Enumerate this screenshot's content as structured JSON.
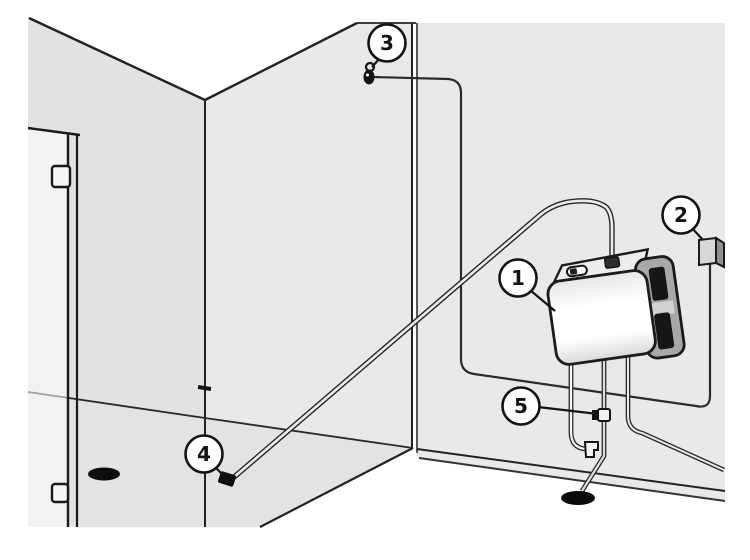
{
  "figure": {
    "type": "installation-diagram",
    "scene": "shower-room-corner",
    "callouts": [
      {
        "label": "1",
        "part": "steam-generator-unit"
      },
      {
        "label": "2",
        "part": "control-panel"
      },
      {
        "label": "3",
        "part": "temperature-sensor"
      },
      {
        "label": "4",
        "part": "steam-head"
      },
      {
        "label": "5",
        "part": "water-connection-valve"
      }
    ],
    "colors": {
      "background": "#ffffff",
      "wall": "#e9e9e9",
      "wall_left": "#e2e2e2",
      "floor": "#e3e3e3",
      "door_glass": "rgba(255,255,255,0.55)",
      "outline": "#1c1c1c",
      "pipe_outer": "#2b2b2b",
      "vent": "#161616"
    }
  }
}
